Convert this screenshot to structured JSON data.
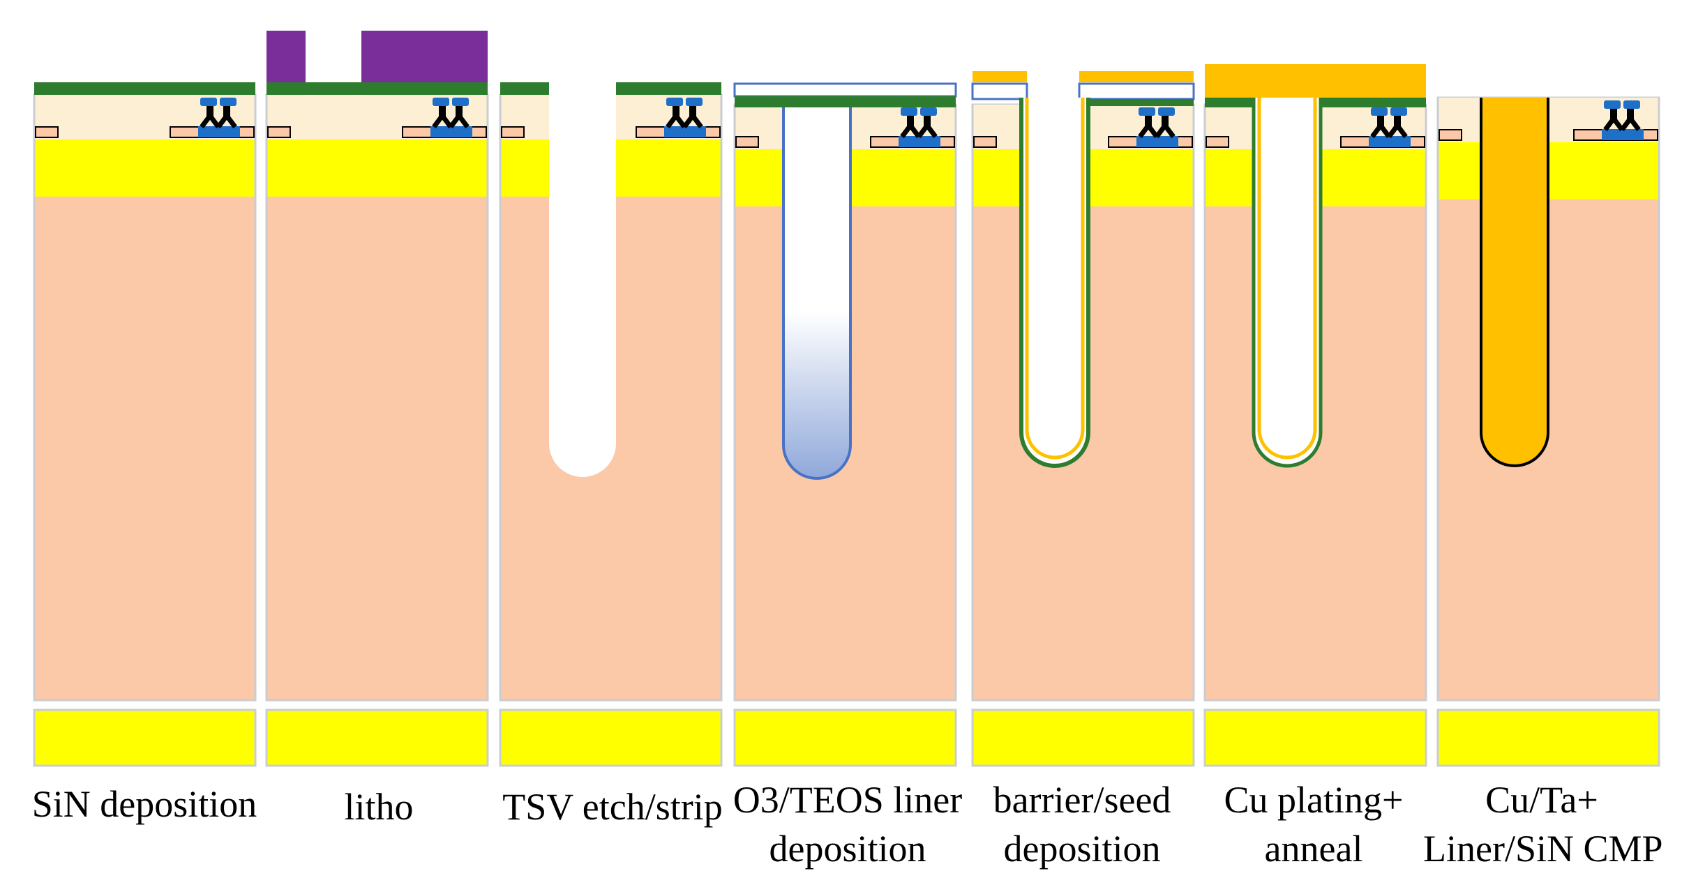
{
  "colors": {
    "substrate": "#FBC8A8",
    "dielectric": "#FDEFD3",
    "yellow_layer": "#FFFF00",
    "sin_layer": "#2E7D2E",
    "resist": "#7A2E9A",
    "copper": "#FFC000",
    "transistor_blue": "#1E6FC8",
    "liner_blue": "#4A72C4",
    "panel_border": "#C9CDD3"
  },
  "steps": [
    {
      "caption_lines": [
        "SiN deposition"
      ]
    },
    {
      "caption_lines": [
        "litho"
      ]
    },
    {
      "caption_lines": [
        "TSV etch/strip"
      ]
    },
    {
      "caption_lines": [
        "O3/TEOS liner",
        "deposition"
      ]
    },
    {
      "caption_lines": [
        "barrier/seed",
        "deposition"
      ]
    },
    {
      "caption_lines": [
        "Cu plating+",
        "anneal"
      ]
    },
    {
      "caption_lines": [
        "Cu/Ta+",
        "Liner/SiN CMP"
      ]
    }
  ]
}
